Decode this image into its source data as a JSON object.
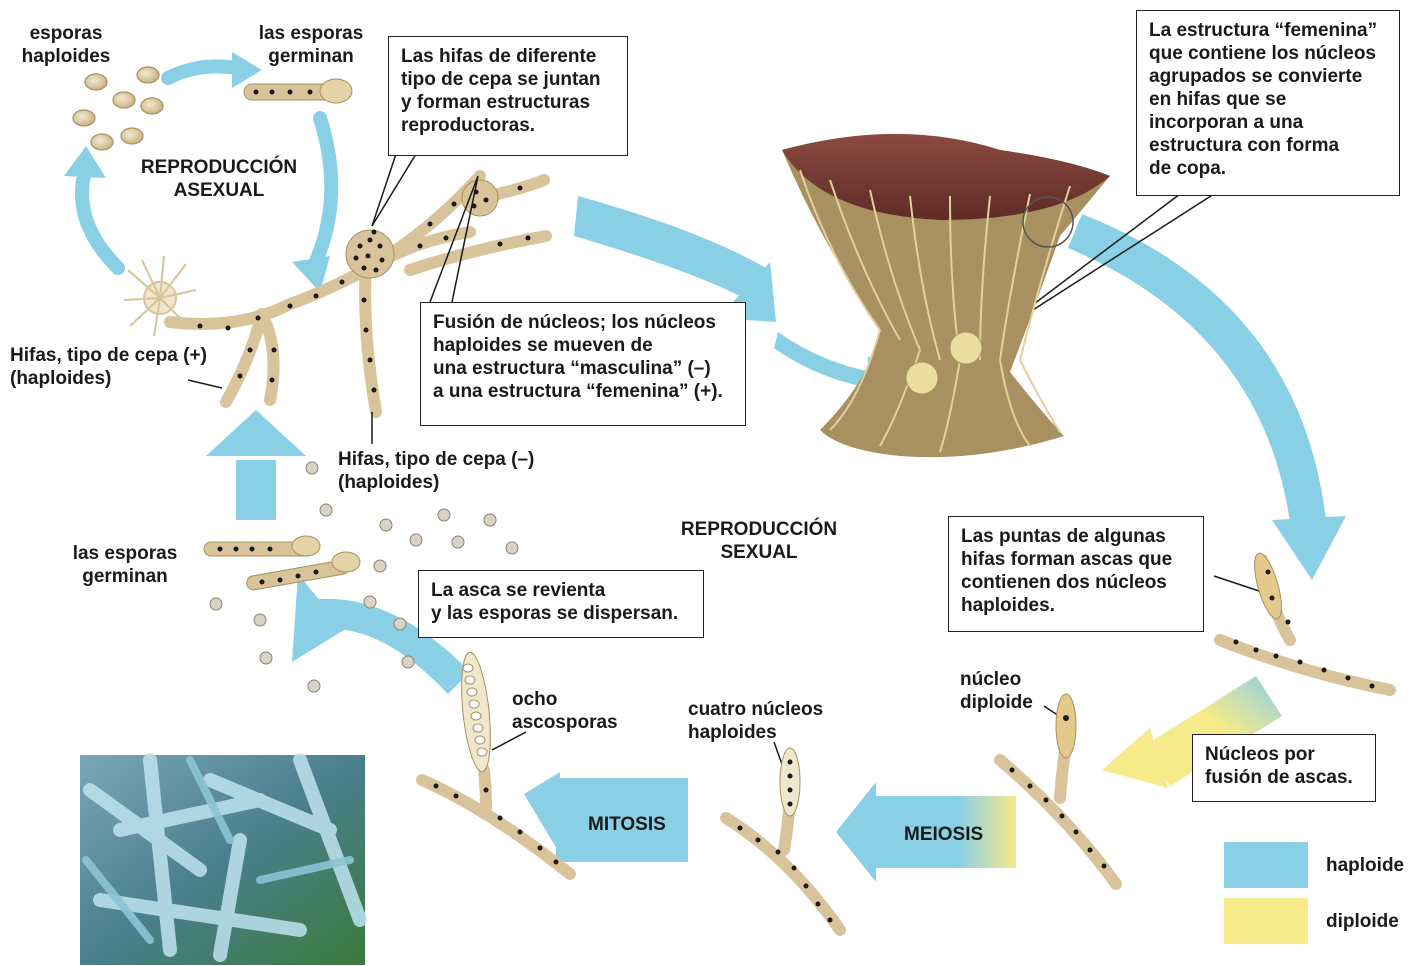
{
  "colors": {
    "haploid": "#89d0e6",
    "diploid": "#f6ea8a",
    "hypha": "#d9c39a",
    "nucleus": "#1a1a1a"
  },
  "asexual": {
    "title": "REPRODUCCIÓN\nASEXUAL",
    "spores_label": "esporas\nhaploides",
    "germinate_label": "las esporas\ngerminan"
  },
  "sexual": {
    "title": "REPRODUCCIÓN\nSEXUAL",
    "germinate_label": "las esporas\ngerminan"
  },
  "labels": {
    "hyphae_plus": "Hifas, tipo de cepa (+)\n(haploides)",
    "hyphae_minus": "Hifas, tipo de cepa (–)\n(haploides)",
    "eight_ascospores": "ocho\nascosporas",
    "four_nuclei": "cuatro núcleos\nhaploides",
    "diploid_nucleus": "núcleo\ndiploide"
  },
  "boxes": {
    "join": "Las hifas de diferente\ntipo de cepa se juntan\ny forman estructuras\nreproductoras.",
    "fusion": "Fusión de núcleos; los núcleos\nhaploides se mueven de\nuna estructura “masculina” (–)\na una estructura “femenina” (+).",
    "female": "La estructura “femenina”\nque contiene los núcleos\nagrupados se convierte\nen hifas que se\nincorporan a una\nestructura con forma\nde copa.",
    "tips": "Las puntas de algunas\nhifas forman ascas que\ncontienen dos núcleos\nhaploides.",
    "burst": "La asca se revienta\ny las esporas se dispersan.",
    "ascus_fusion": "Núcleos por\nfusión de ascas."
  },
  "stages": {
    "mitosis": "MITOSIS",
    "meiosis": "MEIOSIS"
  },
  "legend": [
    {
      "label": "haploide",
      "color": "#89d0e6"
    },
    {
      "label": "diploide",
      "color": "#f6ea8a"
    }
  ]
}
